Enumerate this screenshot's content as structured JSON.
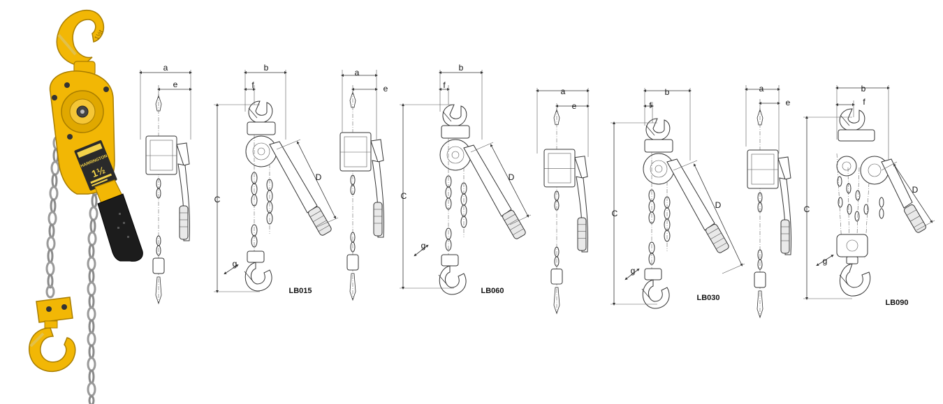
{
  "photo": {
    "brand_label": "HARRINGTON",
    "capacity_label": "1½",
    "brand_color": "#f2b705",
    "handle_color": "#1c1c1c",
    "chain_color": "#9a9a9a"
  },
  "dimension_labels": {
    "a": "a",
    "b": "b",
    "c": "C",
    "d": "D",
    "e": "e",
    "f": "f",
    "g": "g"
  },
  "models": [
    {
      "name": "LB015"
    },
    {
      "name": "LB060"
    },
    {
      "name": "LB030"
    },
    {
      "name": "LB090"
    }
  ]
}
